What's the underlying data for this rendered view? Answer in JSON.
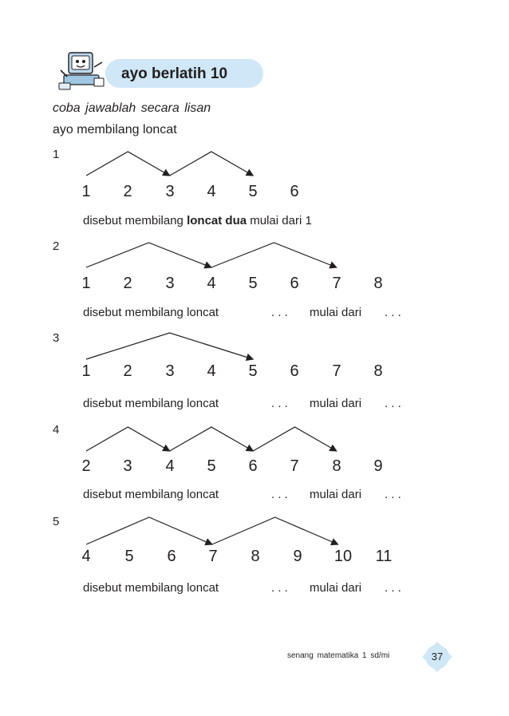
{
  "header": {
    "title": "ayo berlatih 10"
  },
  "instructions": {
    "line1": "coba jawablah secara lisan",
    "line2": "ayo membilang loncat"
  },
  "exercises": [
    {
      "label": "1",
      "numbers": [
        "1",
        "2",
        "3",
        "4",
        "5",
        "6"
      ],
      "jumps": [
        [
          0,
          2
        ],
        [
          2,
          4
        ]
      ],
      "sentence_prefix": "disebut membilang ",
      "sentence_bold": "loncat dua",
      "sentence_suffix": " mulai dari 1"
    },
    {
      "label": "2",
      "numbers": [
        "1",
        "2",
        "3",
        "4",
        "5",
        "6",
        "7",
        "8"
      ],
      "jumps": [
        [
          0,
          3
        ],
        [
          3,
          6
        ]
      ],
      "sentence_prefix": "disebut membilang loncat",
      "blank1": ". . .",
      "mid": "mulai dari",
      "blank2": ". . ."
    },
    {
      "label": "3",
      "numbers": [
        "1",
        "2",
        "3",
        "4",
        "5",
        "6",
        "7",
        "8"
      ],
      "jumps": [
        [
          0,
          4
        ]
      ],
      "sentence_prefix": "disebut membilang loncat",
      "blank1": ". . .",
      "mid": "mulai dari",
      "blank2": ". . ."
    },
    {
      "label": "4",
      "numbers": [
        "2",
        "3",
        "4",
        "5",
        "6",
        "7",
        "8",
        "9"
      ],
      "jumps": [
        [
          0,
          2
        ],
        [
          2,
          4
        ],
        [
          4,
          6
        ]
      ],
      "sentence_prefix": "disebut membilang loncat",
      "blank1": ". . .",
      "mid": "mulai dari",
      "blank2": ". . ."
    },
    {
      "label": "5",
      "numbers": [
        "4",
        "5",
        "6",
        "7",
        "8",
        "9",
        "10",
        "11"
      ],
      "jumps": [
        [
          0,
          3
        ],
        [
          3,
          6
        ]
      ],
      "sentence_prefix": "disebut membilang loncat",
      "blank1": ". . .",
      "mid": "mulai dari",
      "blank2": ". . ."
    }
  ],
  "footer": {
    "book_title": "senang matematika 1 sd/mi",
    "page_number": "37"
  },
  "colors": {
    "title_pill": "#cfe7f7",
    "page_badge": "#cfe7f7",
    "text": "#231f20"
  },
  "icons": {
    "mascot": "computer-mascot-icon"
  }
}
